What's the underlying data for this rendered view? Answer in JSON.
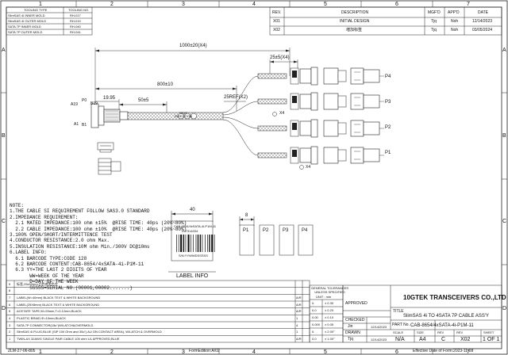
{
  "grid": {
    "columns": [
      "1",
      "2",
      "3",
      "4",
      "5",
      "6",
      "7"
    ],
    "rows": [
      "A",
      "B",
      "C",
      "D"
    ]
  },
  "tooling_table": {
    "headers": [
      "TOOLING TYPE",
      "TOOLING NO."
    ],
    "rows": [
      [
        "SlimSAS 4I INNER MOLD",
        "RH-017"
      ],
      [
        "SlimSAS 4I OUTER MOLD",
        "RH-019"
      ],
      [
        "SATA 7P INNER MOLD",
        "RH-040"
      ],
      [
        "SATA 7P OUTER MOLD",
        "RH-041"
      ]
    ]
  },
  "revision_table": {
    "headers": [
      "REV.",
      "DESCRIPTION",
      "MGF'D",
      "APP'D",
      "DATE"
    ],
    "rows": [
      [
        "X01",
        "INITIAL DESIGN",
        "Tjq",
        "Noh",
        "12/14/2023"
      ],
      [
        "X02",
        "増加标签",
        "Tjq",
        "Noh",
        "03/05/2024"
      ]
    ]
  },
  "dimensions": {
    "overall": "1000±20(X4)",
    "breakout": "800±10",
    "to_sleeve": "50±5",
    "end": "25±5(X4)",
    "ref": "25REF(X2)",
    "pitch": "19.95",
    "x4_a": "X4",
    "x4_b": "X4",
    "text_direction": "TEXT\nDIRECTION",
    "pin_a19": "A19",
    "pin_b19": "B19",
    "pin_p0": "P0",
    "pin_a1": "A1",
    "pin_b1": "B1"
  },
  "ports": [
    "P4",
    "P3",
    "P2",
    "P1"
  ],
  "notes": [
    "NOTE:",
    "1.THE CABLE SI REQUIREMENT FOLLOW SAS3.0 STANDARD",
    "2.IMPEDANCE REQUIREMENT:",
    "  2.1 MATED IMPEDANCE:100 ohm ±15%  @RISE TIME: 40ps (20%~80%)",
    "  2.2 CABLE IMPEDANCE:100 ohm ±10%  @RISE TIME: 40ps (20%~80%)",
    "3.100% OPEN/SHORT/INTERMITTENCE TEST",
    "4.CONDUCTOR RESISTANCE:2.0 ohm Max.",
    "5.INSULATION RESISTANCE:10M ohm Min./300V DC@10ms",
    "6.LABEL INFO:",
    "  6.1 BARCODE TYPE:CODE 128",
    "  6.2 BARCODE CONTENT:CAB-8654/4xSATA-4i-P1M-11",
    "  6.3 YY=THE LAST 2 DIGITS OF YEAR",
    "       WW=WEEK OF THE YEAR",
    "       D=DAY OF THE WEEK",
    "       SSSSS=SERIAL NO.(00001,00002.......)"
  ],
  "label": {
    "width": "40",
    "line1": "CAB-8654/4xSATA-4i-P1M-11",
    "line2": "ZL7314034",
    "line3": "S/N:YYWWDSSSSS",
    "caption": "LABEL INFO",
    "port_width": "8",
    "ports": [
      "P1",
      "P2",
      "P3",
      "P4"
    ]
  },
  "bom": [
    [
      "9",
      "标签,25x50mm,白色底黑色字"
    ],
    [
      "8",
      ""
    ],
    [
      "7",
      "LABEL(W=40mm) BLACK TEXT & WHITE BACKGROUND"
    ],
    [
      "6",
      "LABEL(25X8mm) BLACK TEXT & WHITE BACKGROUND"
    ],
    [
      "5",
      "ACETATE TAPE,W=25mm,T=0.12mm,BLACK"
    ],
    [
      "4",
      "PLASTIC BRAID,Φ=10mm,BLACK"
    ],
    [
      "3",
      "SATA 7P CONNECTOR(15u\")W/LATCH&OVERMOLD"
    ],
    [
      "2",
      "SlimSAS 4i PLUG,BLUE (SIP 100 Ohm and 30u\") AU ON CONTACT AREA), W/LATCH & OVERMOLD"
    ],
    [
      "1",
      "TWIN-AX 32AWG SINGLE PAIR CABLE 100 ohm UL APPROVED,BLUE"
    ]
  ],
  "bom_side": [
    [
      "",
      ""
    ],
    [
      "",
      ""
    ],
    [
      "A/R",
      ""
    ],
    [
      "A/R",
      ""
    ],
    [
      "A/R",
      ""
    ],
    [
      "1",
      ""
    ],
    [
      "4",
      ""
    ],
    [
      "1",
      ""
    ],
    [
      "A/R",
      ""
    ]
  ],
  "tolerances": {
    "header": "GENERAL TOLERANCES\nUNLESS SPECIFIED",
    "unit": "UNIT : mm",
    "rows": [
      [
        "0.",
        "± 0.30"
      ],
      [
        "0.0",
        "± 0.20"
      ],
      [
        "0.00",
        "± 0.10"
      ],
      [
        "0.000",
        "± 0.05"
      ],
      [
        "0.",
        "± 2.00°"
      ],
      [
        "0.0",
        "± 1.00°"
      ]
    ]
  },
  "title_block": {
    "approved_label": "APPROVED",
    "approved_name": "",
    "approved_date": "",
    "checked_label": "CHECKED",
    "checked_name": "Jin",
    "checked_date": "12/14/2023",
    "drawn_label": "DRAWN",
    "drawn_name": "Tjq",
    "drawn_date": "12/14/2023",
    "company": "10GTEK TRANSCEIVERS CO.,LTD",
    "title_label": "TITLE",
    "title": "SlimSAS 4i TO 4SATA 7P CABLE ASS'Y",
    "part_label": "PART No.",
    "part_no": "CAB-8654/4xSATA-4i-P1M-11",
    "scale_label": "SCALE",
    "scale": "N/A",
    "size_label": "SIZE",
    "size": "A4",
    "rev_label": "REV",
    "rev": "C",
    "rev2": "X02",
    "sheet_label": "SHEET",
    "sheet": "1 OF 1"
  },
  "footer": {
    "left": "ZLM-27-06-805",
    "center": "FormEdition:A/02",
    "right": "Effective Date of Form:2023-11-08"
  }
}
